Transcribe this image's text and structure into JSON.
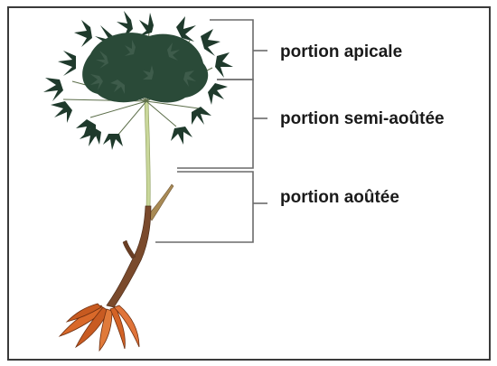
{
  "diagram": {
    "labels": {
      "apical": "portion apicale",
      "semi_aoutee": "portion semi-aoûtée",
      "aoutee": "portion aoûtée"
    },
    "colors": {
      "foliage": "#1f3a2c",
      "foliage_light": "#3e5c4b",
      "stem_green": "#c9d79a",
      "stem_brown": "#7a4a2c",
      "tuber": "#d9692a",
      "bracket": "#6a6a6a"
    }
  }
}
